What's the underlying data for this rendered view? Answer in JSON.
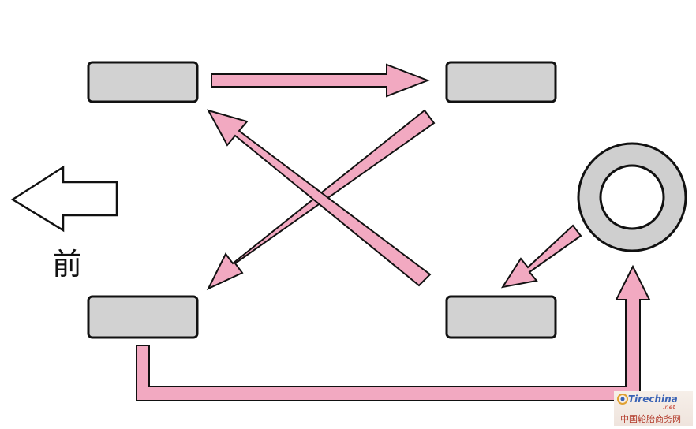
{
  "diagram": {
    "front_label": "前",
    "colors": {
      "tire_fill": "#d2d2d2",
      "tire_stroke": "#111111",
      "arrow_fill": "#f2a9c1",
      "arrow_stroke": "#111111",
      "spare_fill": "#cfcfcf",
      "front_arrow_fill": "#ffffff"
    }
  },
  "watermark": {
    "brand": "Tirechina",
    "brand_suffix": ".net",
    "tagline": "中国轮胎商务网"
  }
}
